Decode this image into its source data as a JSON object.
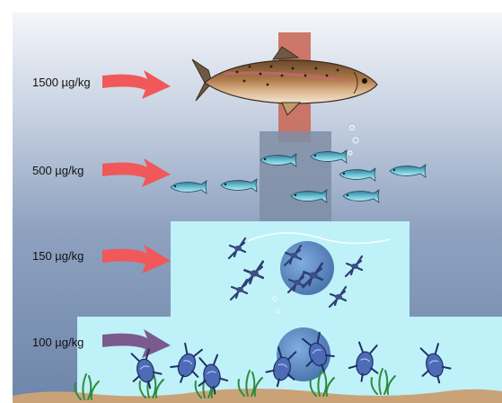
{
  "levels": [
    {
      "id": "top-predator",
      "label": "1500 µg/kg",
      "arrow_color": "#f0585a"
    },
    {
      "id": "small-fish",
      "label": "500 µg/kg",
      "arrow_color": "#f0585a"
    },
    {
      "id": "zooplankton",
      "label": "150 µg/kg",
      "arrow_color": "#f0585a"
    },
    {
      "id": "benthos",
      "label": "100 µg/kg",
      "arrow_color": "#7b5a8e"
    }
  ],
  "colors": {
    "pillar_top": "#c96a5a",
    "pillar_mid": "#7f8ea6",
    "tier_water": "#bff1f8",
    "lens": "#5b86c4",
    "sediment": "#c9a377"
  }
}
